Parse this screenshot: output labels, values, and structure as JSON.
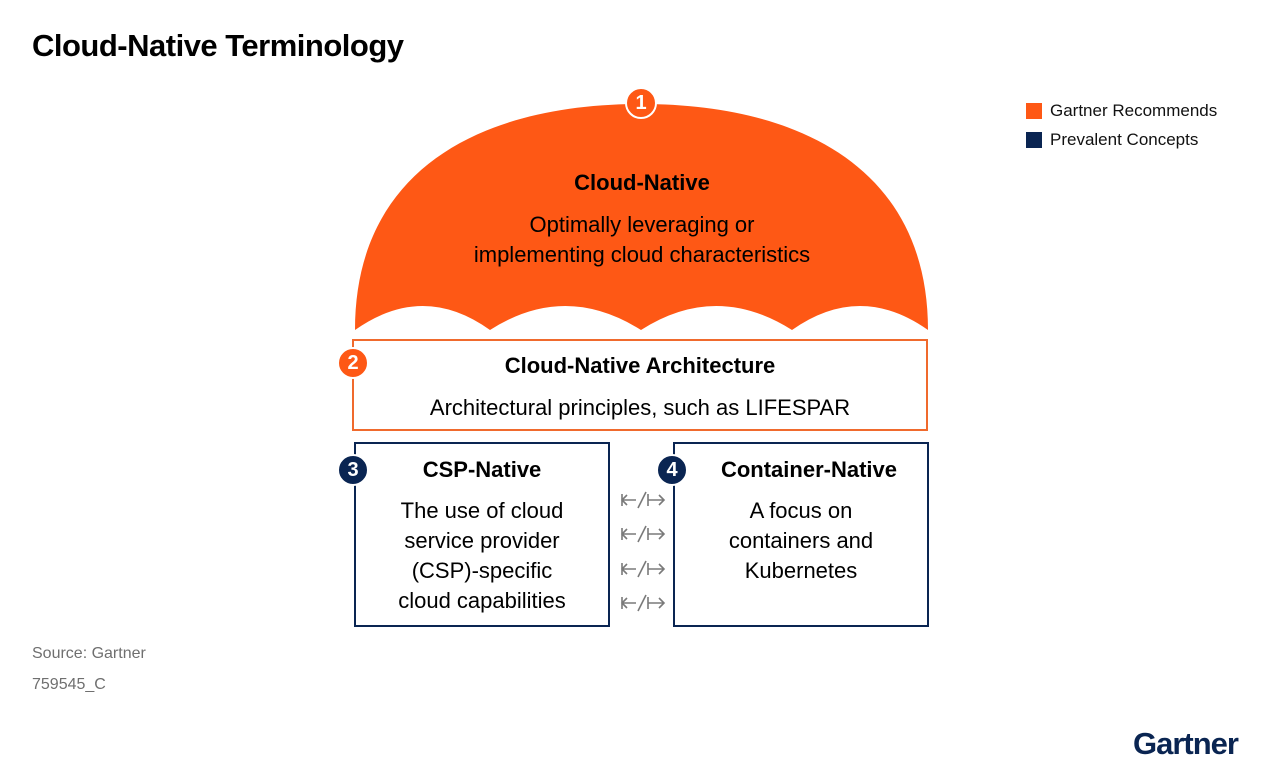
{
  "title": "Cloud-Native Terminology",
  "legend": [
    {
      "label": "Gartner Recommends",
      "color": "#fe5815"
    },
    {
      "label": "Prevalent Concepts",
      "color": "#0a2552"
    }
  ],
  "umbrella": {
    "number": "1",
    "heading": "Cloud-Native",
    "desc_line1": "Optimally leveraging or",
    "desc_line2": "implementing cloud characteristics"
  },
  "architecture": {
    "number": "2",
    "heading": "Cloud-Native Architecture",
    "desc": "Architectural principles, such as LIFESPAR"
  },
  "csp": {
    "number": "3",
    "heading": "CSP-Native",
    "lines": [
      "The use of cloud",
      "service provider",
      "(CSP)-specific",
      "cloud capabilities"
    ]
  },
  "container": {
    "number": "4",
    "heading": "Container-Native",
    "lines": [
      "A focus on",
      "containers and",
      "Kubernetes"
    ]
  },
  "connector_icon": "bidirectional-arrow-icon",
  "footer": {
    "source": "Source: Gartner",
    "id": "759545_C"
  },
  "logo_text": "Gartner"
}
